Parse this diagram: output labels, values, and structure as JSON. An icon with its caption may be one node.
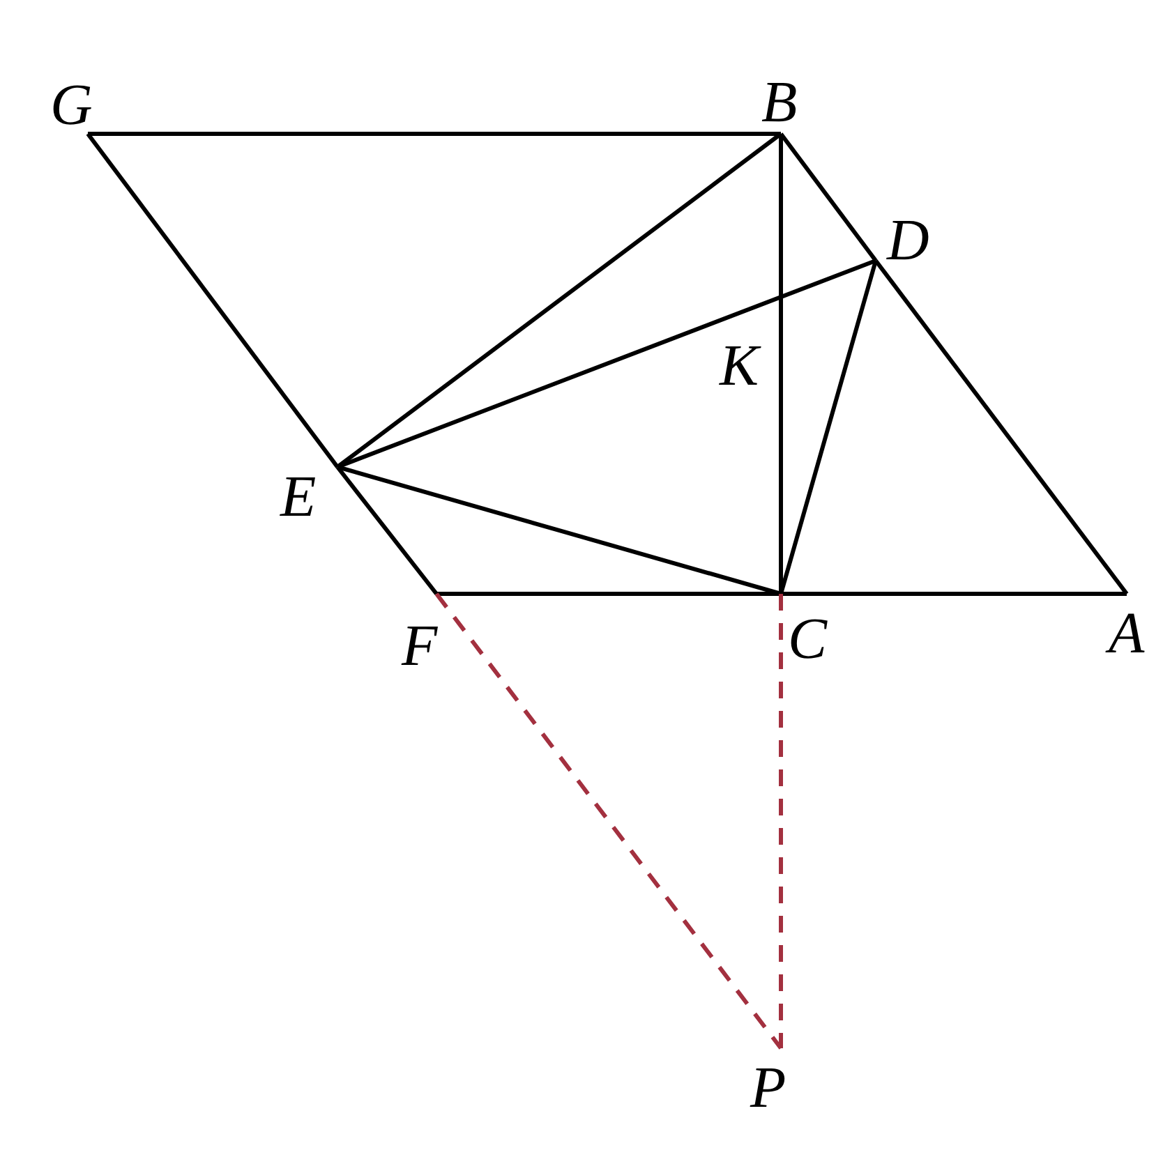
{
  "diagram": {
    "nodes": [
      {
        "text": [
          "G"
        ]
      },
      {
        "text": [
          "B"
        ]
      },
      {
        "text": [
          "D"
        ]
      },
      {
        "text": [
          "E"
        ]
      },
      {
        "text": [
          "F"
        ]
      },
      {
        "text": [
          "C"
        ]
      },
      {
        "text": [
          "A"
        ]
      },
      {
        "text": [
          "P"
        ]
      }
    ],
    "edges": [
      {
        "from": 0,
        "to": 1,
        "arrow": "none"
      },
      {
        "from": 1,
        "to": 2,
        "arrow": "none"
      },
      {
        "from": 2,
        "to": 6,
        "arrow": "none"
      },
      {
        "from": 0,
        "to": 3,
        "arrow": "none"
      },
      {
        "from": 3,
        "to": 4,
        "arrow": "none"
      },
      {
        "from": 4,
        "to": 5,
        "arrow": "none"
      },
      {
        "from": 5,
        "to": 6,
        "arrow": "none"
      },
      {
        "from": 1,
        "to": 5,
        "arrow": "none"
      },
      {
        "from": 1,
        "to": 3,
        "arrow": "none"
      },
      {
        "from": 3,
        "to": 2,
        "arrow": "none"
      },
      {
        "from": 2,
        "to": 5,
        "arrow": "none"
      },
      {
        "from": 3,
        "to": 5,
        "arrow": "none"
      },
      {
        "from": 4,
        "to": 7,
        "arrow": "none",
        "style": "dashed",
        "color": "#a3303f"
      },
      {
        "from": 5,
        "to": 7,
        "arrow": "none",
        "style": "dashed",
        "color": "#a3303f"
      }
    ],
    "labels": [
      "K"
    ]
  }
}
